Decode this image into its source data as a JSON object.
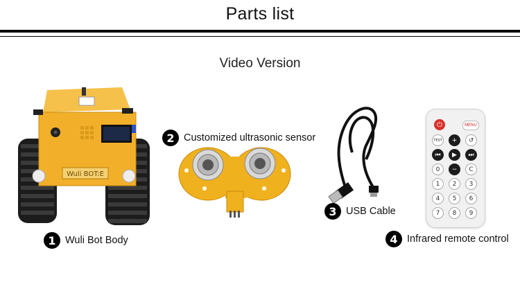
{
  "header": {
    "title": "Parts list",
    "subtitle": "Video Version"
  },
  "parts": [
    {
      "number": "1",
      "label": "Wuli Bot Body"
    },
    {
      "number": "2",
      "label": "Customized ultrasonic sensor"
    },
    {
      "number": "3",
      "label": "USB Cable"
    },
    {
      "number": "4",
      "label": "Infrared remote control"
    }
  ],
  "robot": {
    "front_label": "Wuli BOT:E"
  },
  "remote": {
    "top_labels": [
      "MENU"
    ],
    "keys": [
      "TEST",
      "+",
      "↺",
      "⏮",
      "▶",
      "⏭",
      "0",
      "−",
      "C",
      "1",
      "2",
      "3",
      "4",
      "5",
      "6",
      "7",
      "8",
      "9"
    ]
  },
  "colors": {
    "board_yellow": "#f2b02a",
    "track_black": "#1c1c1c",
    "remote_white": "#f1f1f1",
    "power_red": "#d9302a"
  }
}
